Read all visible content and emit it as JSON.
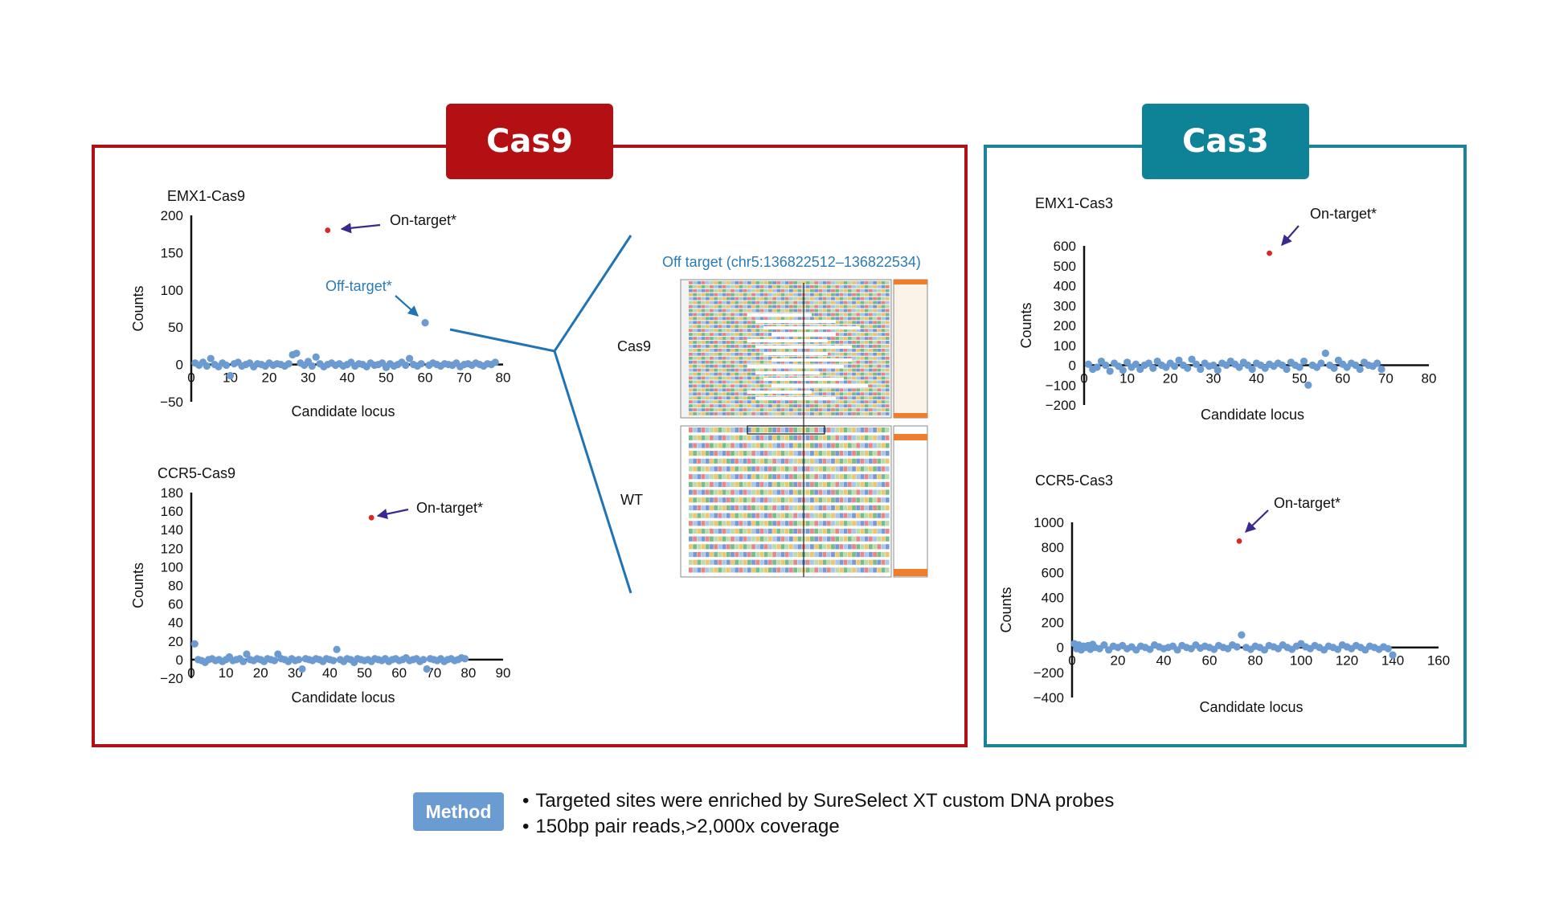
{
  "badges": {
    "cas9": "Cas9",
    "cas3": "Cas3",
    "method": "Method"
  },
  "method_lines": [
    "Targeted sites were enriched by SureSelect XT custom DNA probes",
    "150bp pair reads,>2,000x coverage"
  ],
  "alignment": {
    "title": "Off target (chr5:136822512–136822534)",
    "labels": [
      "Cas9",
      "WT"
    ]
  },
  "colors": {
    "cas9": "#b40f12",
    "cas3": "#0e8397",
    "point": "#6b9bd0",
    "on_target": "#d62a2a",
    "off_target_text": "#2a7bb5",
    "arrow": "#3a2a8e",
    "line": "#1f74b5",
    "method": "#6b9cd1"
  },
  "chart_data": [
    {
      "id": "emx1-cas9",
      "type": "scatter",
      "title": "EMX1-Cas9",
      "xlabel": "Candidate locus",
      "ylabel": "Counts",
      "xlim": [
        0,
        80
      ],
      "ylim": [
        -50,
        200
      ],
      "xticks": [
        0,
        10,
        20,
        30,
        40,
        50,
        60,
        70,
        80
      ],
      "yticks": [
        -50,
        0,
        50,
        100,
        150,
        200
      ],
      "ytick_labels": [
        "−50",
        "0",
        "50",
        "100",
        "150",
        "200"
      ],
      "values": [
        [
          1,
          2
        ],
        [
          2,
          -1
        ],
        [
          3,
          3
        ],
        [
          4,
          -2
        ],
        [
          5,
          8
        ],
        [
          6,
          0
        ],
        [
          7,
          -3
        ],
        [
          8,
          2
        ],
        [
          9,
          -1
        ],
        [
          10,
          -15
        ],
        [
          11,
          1
        ],
        [
          12,
          3
        ],
        [
          13,
          -2
        ],
        [
          14,
          0
        ],
        [
          15,
          2
        ],
        [
          16,
          -3
        ],
        [
          17,
          1
        ],
        [
          18,
          0
        ],
        [
          19,
          -2
        ],
        [
          20,
          2
        ],
        [
          21,
          -1
        ],
        [
          22,
          1
        ],
        [
          23,
          0
        ],
        [
          24,
          -2
        ],
        [
          25,
          1
        ],
        [
          26,
          13
        ],
        [
          27,
          15
        ],
        [
          28,
          2
        ],
        [
          29,
          -1
        ],
        [
          30,
          4
        ],
        [
          31,
          -2
        ],
        [
          32,
          10
        ],
        [
          33,
          1
        ],
        [
          34,
          -3
        ],
        [
          35,
          0
        ],
        [
          36,
          2
        ],
        [
          37,
          -1
        ],
        [
          38,
          1
        ],
        [
          39,
          -2
        ],
        [
          40,
          0
        ],
        [
          41,
          3
        ],
        [
          42,
          -2
        ],
        [
          43,
          1
        ],
        [
          44,
          0
        ],
        [
          45,
          -3
        ],
        [
          46,
          2
        ],
        [
          47,
          -1
        ],
        [
          48,
          0
        ],
        [
          49,
          2
        ],
        [
          50,
          -4
        ],
        [
          51,
          1
        ],
        [
          52,
          -2
        ],
        [
          53,
          0
        ],
        [
          54,
          3
        ],
        [
          55,
          -1
        ],
        [
          56,
          8
        ],
        [
          57,
          0
        ],
        [
          58,
          -2
        ],
        [
          59,
          1
        ],
        [
          61,
          -1
        ],
        [
          62,
          2
        ],
        [
          63,
          0
        ],
        [
          64,
          -2
        ],
        [
          65,
          1
        ],
        [
          66,
          0
        ],
        [
          67,
          -1
        ],
        [
          68,
          2
        ],
        [
          69,
          -3
        ],
        [
          70,
          0
        ],
        [
          71,
          1
        ],
        [
          72,
          -1
        ],
        [
          73,
          2
        ],
        [
          74,
          0
        ],
        [
          75,
          -2
        ],
        [
          76,
          1
        ],
        [
          77,
          0
        ],
        [
          78,
          3
        ]
      ],
      "on_target": [
        35,
        180
      ],
      "off_target": [
        60,
        56
      ],
      "annotations": {
        "on": "On-target*",
        "off": "Off-target*"
      }
    },
    {
      "id": "ccr5-cas9",
      "type": "scatter",
      "title": "CCR5-Cas9",
      "xlabel": "Candidate locus",
      "ylabel": "Counts",
      "xlim": [
        0,
        90
      ],
      "ylim": [
        -20,
        180
      ],
      "xticks": [
        0,
        10,
        20,
        30,
        40,
        50,
        60,
        70,
        80,
        90
      ],
      "yticks": [
        -20,
        0,
        20,
        40,
        60,
        80,
        100,
        120,
        140,
        160,
        180
      ],
      "ytick_labels": [
        "−20",
        "0",
        "20",
        "40",
        "60",
        "80",
        "100",
        "120",
        "140",
        "160",
        "180"
      ],
      "values": [
        [
          1,
          17
        ],
        [
          2,
          0
        ],
        [
          3,
          -1
        ],
        [
          4,
          -3
        ],
        [
          5,
          0
        ],
        [
          6,
          1
        ],
        [
          7,
          -1
        ],
        [
          8,
          0
        ],
        [
          9,
          -2
        ],
        [
          10,
          0
        ],
        [
          11,
          3
        ],
        [
          12,
          -1
        ],
        [
          13,
          0
        ],
        [
          14,
          1
        ],
        [
          15,
          -2
        ],
        [
          16,
          6
        ],
        [
          17,
          0
        ],
        [
          18,
          -1
        ],
        [
          19,
          1
        ],
        [
          20,
          0
        ],
        [
          21,
          -2
        ],
        [
          22,
          1
        ],
        [
          23,
          0
        ],
        [
          24,
          -1
        ],
        [
          25,
          6
        ],
        [
          26,
          1
        ],
        [
          27,
          0
        ],
        [
          28,
          -2
        ],
        [
          29,
          1
        ],
        [
          30,
          -1
        ],
        [
          31,
          0
        ],
        [
          32,
          -10
        ],
        [
          33,
          1
        ],
        [
          34,
          0
        ],
        [
          35,
          -1
        ],
        [
          36,
          1
        ],
        [
          37,
          0
        ],
        [
          38,
          -2
        ],
        [
          39,
          1
        ],
        [
          40,
          0
        ],
        [
          41,
          -1
        ],
        [
          42,
          11
        ],
        [
          43,
          0
        ],
        [
          44,
          -2
        ],
        [
          45,
          1
        ],
        [
          46,
          0
        ],
        [
          47,
          -3
        ],
        [
          48,
          1
        ],
        [
          49,
          0
        ],
        [
          50,
          -1
        ],
        [
          51,
          0
        ],
        [
          52,
          -2
        ],
        [
          53,
          1
        ],
        [
          54,
          0
        ],
        [
          55,
          -1
        ],
        [
          56,
          1
        ],
        [
          57,
          -2
        ],
        [
          58,
          0
        ],
        [
          59,
          1
        ],
        [
          60,
          -1
        ],
        [
          61,
          0
        ],
        [
          62,
          2
        ],
        [
          63,
          -1
        ],
        [
          64,
          0
        ],
        [
          65,
          1
        ],
        [
          66,
          -2
        ],
        [
          67,
          0
        ],
        [
          68,
          -10
        ],
        [
          69,
          1
        ],
        [
          70,
          0
        ],
        [
          71,
          -1
        ],
        [
          72,
          1
        ],
        [
          73,
          -2
        ],
        [
          74,
          0
        ],
        [
          75,
          1
        ],
        [
          76,
          -1
        ],
        [
          77,
          0
        ],
        [
          78,
          2
        ],
        [
          79,
          1
        ]
      ],
      "on_target": [
        52,
        153
      ],
      "annotations": {
        "on": "On-target*"
      }
    },
    {
      "id": "emx1-cas3",
      "type": "scatter",
      "title": "EMX1-Cas3",
      "xlabel": "Candidate locus",
      "ylabel": "Counts",
      "xlim": [
        0,
        80
      ],
      "ylim": [
        -200,
        600
      ],
      "xticks": [
        0,
        10,
        20,
        30,
        40,
        50,
        60,
        70,
        80
      ],
      "yticks": [
        -200,
        -100,
        0,
        100,
        200,
        300,
        400,
        500,
        600
      ],
      "ytick_labels": [
        "−200",
        "−100",
        "0",
        "100",
        "200",
        "300",
        "400",
        "500",
        "600"
      ],
      "values": [
        [
          1,
          5
        ],
        [
          2,
          -20
        ],
        [
          3,
          -10
        ],
        [
          4,
          20
        ],
        [
          5,
          0
        ],
        [
          6,
          -30
        ],
        [
          7,
          10
        ],
        [
          8,
          -5
        ],
        [
          9,
          -25
        ],
        [
          10,
          15
        ],
        [
          11,
          -10
        ],
        [
          12,
          5
        ],
        [
          13,
          -20
        ],
        [
          14,
          0
        ],
        [
          15,
          10
        ],
        [
          16,
          -15
        ],
        [
          17,
          20
        ],
        [
          18,
          0
        ],
        [
          19,
          -10
        ],
        [
          20,
          10
        ],
        [
          21,
          -5
        ],
        [
          22,
          25
        ],
        [
          23,
          0
        ],
        [
          24,
          -15
        ],
        [
          25,
          30
        ],
        [
          26,
          5
        ],
        [
          27,
          -20
        ],
        [
          28,
          10
        ],
        [
          29,
          -5
        ],
        [
          30,
          0
        ],
        [
          31,
          -25
        ],
        [
          32,
          10
        ],
        [
          33,
          0
        ],
        [
          34,
          20
        ],
        [
          35,
          5
        ],
        [
          36,
          -10
        ],
        [
          37,
          15
        ],
        [
          38,
          0
        ],
        [
          39,
          -20
        ],
        [
          40,
          10
        ],
        [
          41,
          0
        ],
        [
          42,
          -15
        ],
        [
          43,
          5
        ],
        [
          44,
          -5
        ],
        [
          45,
          10
        ],
        [
          46,
          0
        ],
        [
          47,
          -20
        ],
        [
          48,
          15
        ],
        [
          49,
          0
        ],
        [
          50,
          -10
        ],
        [
          51,
          20
        ],
        [
          52,
          -100
        ],
        [
          53,
          0
        ],
        [
          54,
          -10
        ],
        [
          55,
          10
        ],
        [
          56,
          60
        ],
        [
          57,
          0
        ],
        [
          58,
          -15
        ],
        [
          59,
          25
        ],
        [
          60,
          5
        ],
        [
          61,
          -10
        ],
        [
          62,
          10
        ],
        [
          63,
          0
        ],
        [
          64,
          -20
        ],
        [
          65,
          15
        ],
        [
          66,
          0
        ],
        [
          67,
          -5
        ],
        [
          68,
          10
        ],
        [
          69,
          -20
        ]
      ],
      "on_target": [
        43,
        563
      ],
      "annotations": {
        "on": "On-target*"
      }
    },
    {
      "id": "ccr5-cas3",
      "type": "scatter",
      "title": "CCR5-Cas3",
      "xlabel": "Candidate locus",
      "ylabel": "Counts",
      "xlim": [
        0,
        160
      ],
      "ylim": [
        -400,
        1000
      ],
      "xticks": [
        0,
        20,
        40,
        60,
        80,
        100,
        120,
        140,
        160
      ],
      "yticks": [
        -400,
        -200,
        0,
        200,
        400,
        600,
        800,
        1000
      ],
      "ytick_labels": [
        "−400",
        "−200",
        "0",
        "200",
        "400",
        "600",
        "800",
        "1000"
      ],
      "values": [
        [
          1,
          30
        ],
        [
          2,
          -10
        ],
        [
          3,
          20
        ],
        [
          4,
          -20
        ],
        [
          5,
          10
        ],
        [
          6,
          0
        ],
        [
          7,
          15
        ],
        [
          8,
          -15
        ],
        [
          9,
          25
        ],
        [
          10,
          0
        ],
        [
          12,
          -10
        ],
        [
          14,
          20
        ],
        [
          16,
          -20
        ],
        [
          18,
          10
        ],
        [
          20,
          0
        ],
        [
          22,
          15
        ],
        [
          24,
          -10
        ],
        [
          26,
          5
        ],
        [
          28,
          -20
        ],
        [
          30,
          10
        ],
        [
          32,
          0
        ],
        [
          34,
          -15
        ],
        [
          36,
          20
        ],
        [
          38,
          5
        ],
        [
          40,
          -10
        ],
        [
          42,
          0
        ],
        [
          44,
          10
        ],
        [
          46,
          -20
        ],
        [
          48,
          15
        ],
        [
          50,
          0
        ],
        [
          52,
          -10
        ],
        [
          54,
          20
        ],
        [
          56,
          -5
        ],
        [
          58,
          10
        ],
        [
          60,
          0
        ],
        [
          62,
          -15
        ],
        [
          64,
          15
        ],
        [
          66,
          0
        ],
        [
          68,
          -10
        ],
        [
          70,
          20
        ],
        [
          72,
          5
        ],
        [
          74,
          100
        ],
        [
          76,
          0
        ],
        [
          78,
          -15
        ],
        [
          80,
          10
        ],
        [
          82,
          0
        ],
        [
          84,
          -20
        ],
        [
          86,
          15
        ],
        [
          88,
          5
        ],
        [
          90,
          -10
        ],
        [
          92,
          20
        ],
        [
          94,
          0
        ],
        [
          96,
          -15
        ],
        [
          98,
          10
        ],
        [
          100,
          30
        ],
        [
          102,
          5
        ],
        [
          104,
          -10
        ],
        [
          106,
          15
        ],
        [
          108,
          0
        ],
        [
          110,
          -20
        ],
        [
          112,
          10
        ],
        [
          114,
          0
        ],
        [
          116,
          -15
        ],
        [
          118,
          20
        ],
        [
          120,
          5
        ],
        [
          122,
          -10
        ],
        [
          124,
          15
        ],
        [
          126,
          0
        ],
        [
          128,
          -20
        ],
        [
          130,
          10
        ],
        [
          132,
          0
        ],
        [
          134,
          -15
        ],
        [
          136,
          5
        ],
        [
          138,
          -10
        ],
        [
          140,
          -60
        ]
      ],
      "on_target": [
        73,
        850
      ],
      "annotations": {
        "on": "On-target*"
      }
    }
  ]
}
